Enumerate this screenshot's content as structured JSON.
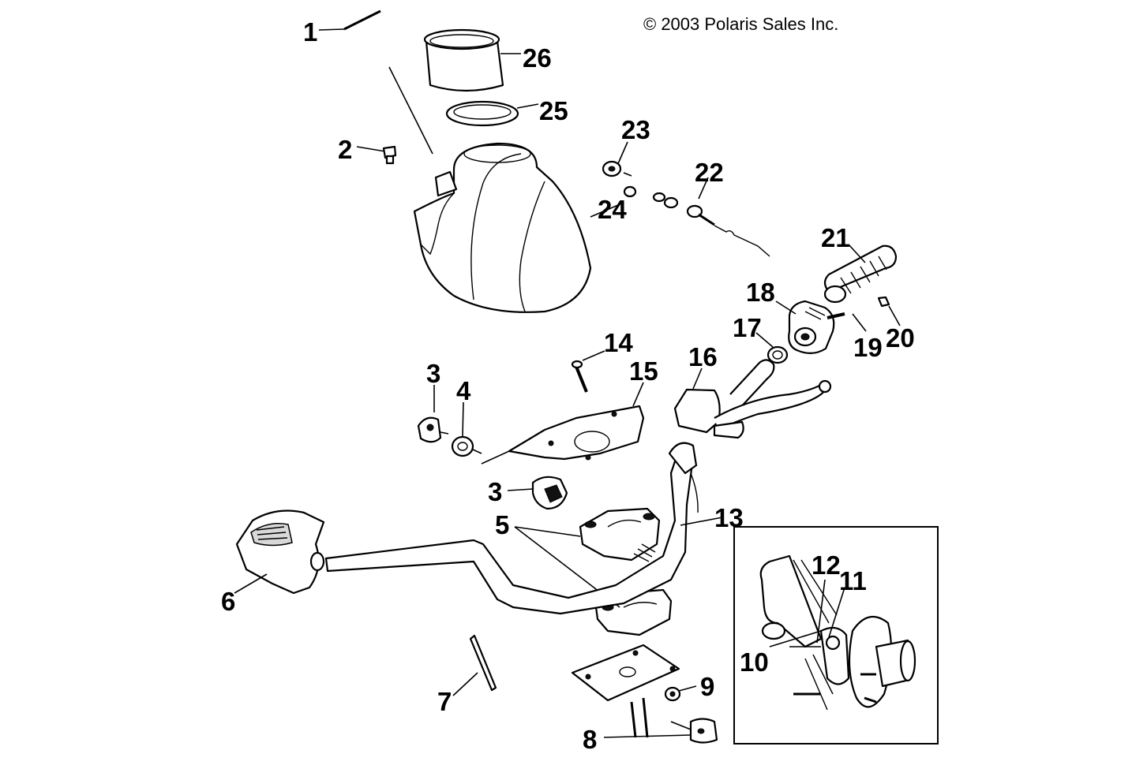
{
  "copyright": "© 2003 Polaris Sales Inc.",
  "labels": {
    "p1": "1",
    "p2": "2",
    "p3a": "3",
    "p3b": "3",
    "p4": "4",
    "p5": "5",
    "p6": "6",
    "p7": "7",
    "p8": "8",
    "p9": "9",
    "p10": "10",
    "p11": "11",
    "p12": "12",
    "p13": "13",
    "p14": "14",
    "p15": "15",
    "p16": "16",
    "p17": "17",
    "p18": "18",
    "p19": "19",
    "p20": "20",
    "p21": "21",
    "p22": "22",
    "p23": "23",
    "p24": "24",
    "p25": "25",
    "p26": "26"
  }
}
